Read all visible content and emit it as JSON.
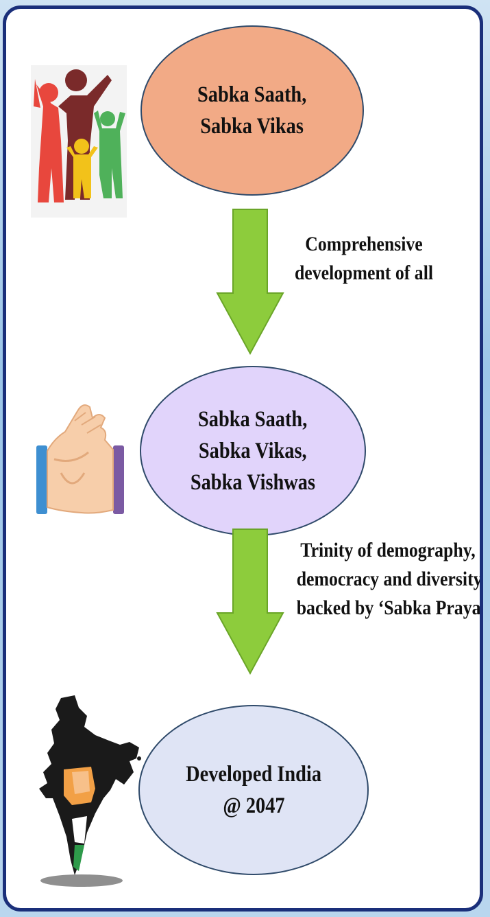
{
  "nodes": [
    {
      "id": "node-1",
      "lines": [
        "Sabka Saath,",
        "Sabka Vikas"
      ],
      "icon": "family-icon"
    },
    {
      "id": "node-2",
      "lines": [
        "Sabka Saath,",
        "Sabka Vikas,",
        "Sabka Vishwas"
      ],
      "icon": "handshake-icon"
    },
    {
      "id": "node-3",
      "lines": [
        "Developed India",
        "@ 2047"
      ],
      "icon": "india-map-icon"
    }
  ],
  "edges": [
    {
      "from": "node-1",
      "to": "node-2",
      "label_lines": [
        "Comprehensive",
        "development of all"
      ]
    },
    {
      "from": "node-2",
      "to": "node-3",
      "label_lines": [
        "Trinity of demography,",
        "democracy and diversity,",
        "backed by ‘Sabka Prayas’"
      ]
    }
  ],
  "colors": {
    "frame_border": "#1a2f7a",
    "node_1_fill": "#f2aa86",
    "node_2_fill": "#e1d4fb",
    "node_3_fill": "#dfe4f5",
    "arrow": "#8dcc3c"
  }
}
